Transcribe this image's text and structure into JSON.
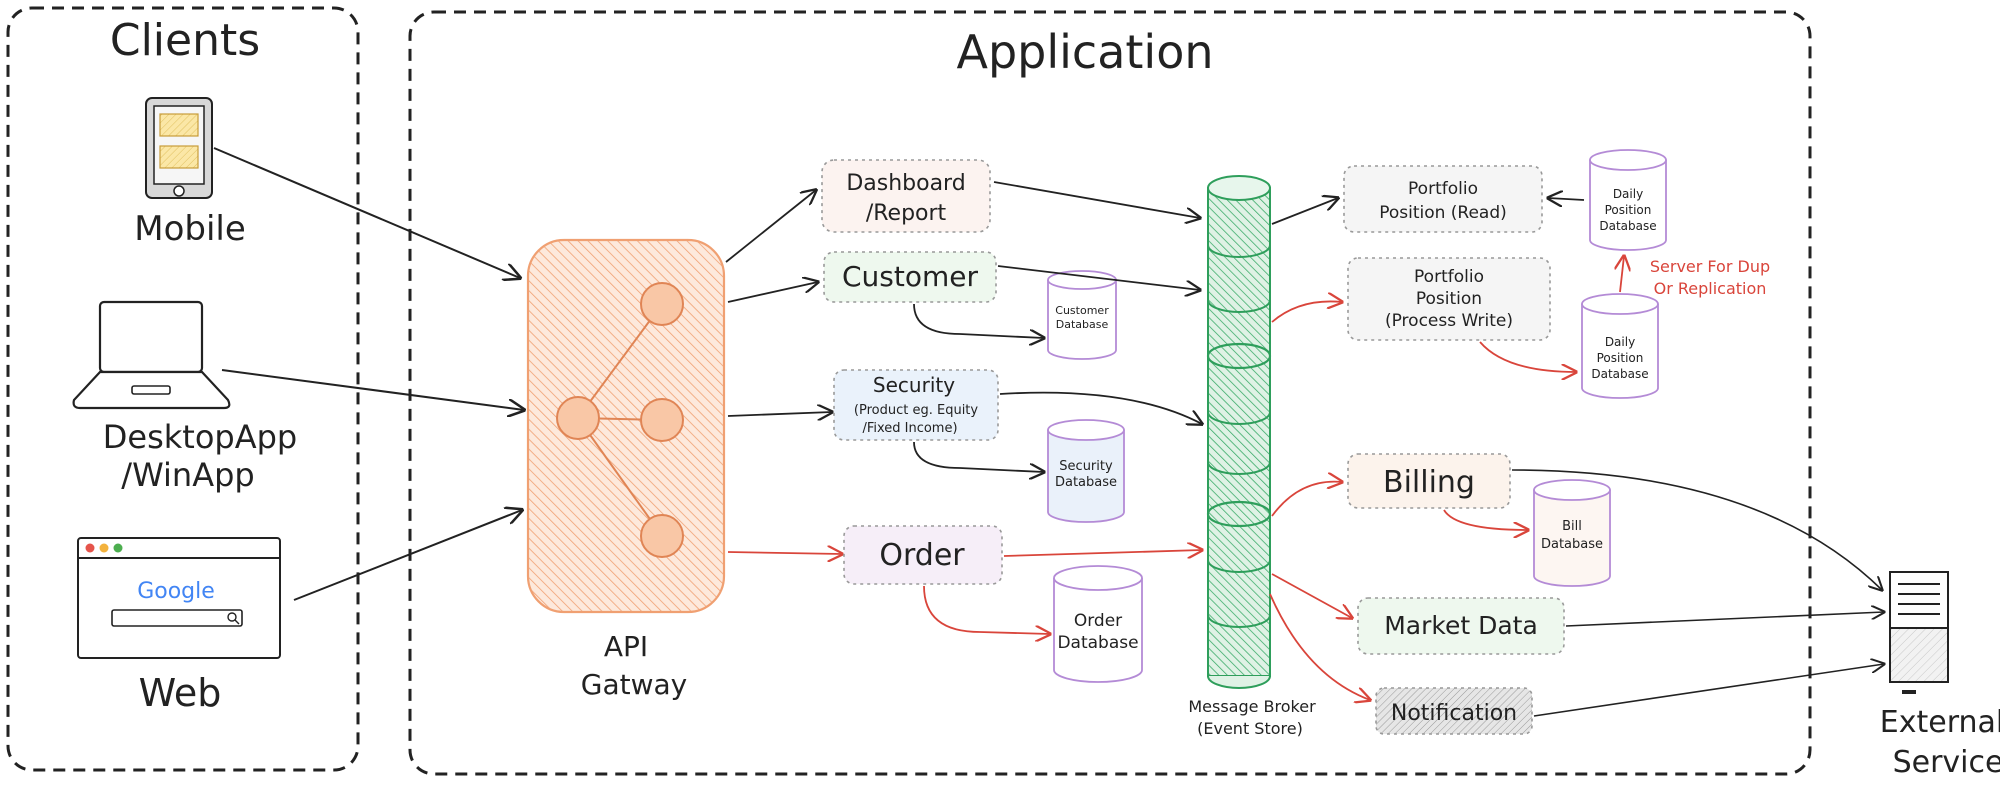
{
  "groups": {
    "clients": "Clients",
    "application": "Application"
  },
  "clients": {
    "mobile": "Mobile",
    "desktop_line1": "DesktopApp",
    "desktop_line2": "/WinApp",
    "web": "Web",
    "google": "Google"
  },
  "gateway": {
    "line1": "API",
    "line2": "Gatway"
  },
  "services": {
    "dashboard_line1": "Dashboard",
    "dashboard_line2": "/Report",
    "customer": "Customer",
    "security_line1": "Security",
    "security_line2": "(Product eg. Equity",
    "security_line3": "/Fixed Income)",
    "order": "Order",
    "portfolio_read_line1": "Portfolio",
    "portfolio_read_line2": "Position (Read)",
    "portfolio_write_line1": "Portfolio",
    "portfolio_write_line2": "Position",
    "portfolio_write_line3": "(Process Write)",
    "billing": "Billing",
    "market_data": "Market Data",
    "notification": "Notification"
  },
  "databases": {
    "customer_line1": "Customer",
    "customer_line2": "Database",
    "security_line1": "Security",
    "security_line2": "Database",
    "order_line1": "Order",
    "order_line2": "Database",
    "daily_top_line1": "Daily",
    "daily_top_line2": "Position",
    "daily_top_line3": "Database",
    "daily_bottom_line1": "Daily",
    "daily_bottom_line2": "Position",
    "daily_bottom_line3": "Database",
    "bill_line1": "Bill",
    "bill_line2": "Database"
  },
  "broker": {
    "line1": "Message Broker",
    "line2": "(Event Store)"
  },
  "replication": {
    "line1": "Server For Dup",
    "line2": "Or Replication"
  },
  "external": {
    "line1": "External",
    "line2": "Service"
  },
  "colors": {
    "dark": "#222222",
    "red_arrow": "#d9453b",
    "gateway": "#f2a072",
    "broker": "#2e9e5b",
    "customer_fill": "#eef8ee",
    "security_fill": "#eaf2fb",
    "order_fill": "#f6eef8",
    "database_stroke": "#b48bd6"
  }
}
